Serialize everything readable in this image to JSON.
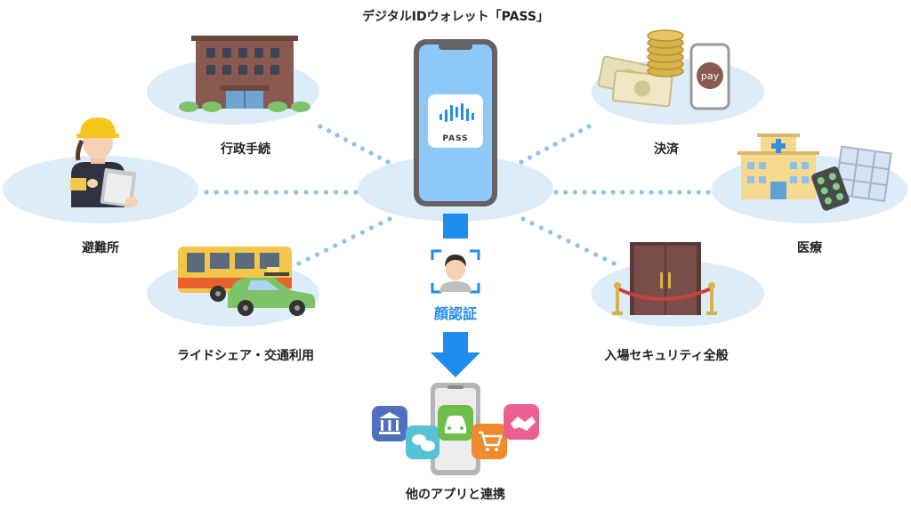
{
  "title": "デジタルIDウォレット「PASS」",
  "wallet_logo_text": "PASS",
  "nodes": {
    "government": "行政手続",
    "payment": "決済",
    "shelter": "避難所",
    "medical": "医療",
    "rideshare": "ライドシェア・交通利用",
    "security": "入場セキュリティ全般"
  },
  "face_auth": "顔認証",
  "other_apps": "他のアプリと連携",
  "pay_badge": "pay",
  "colors": {
    "ellipse": "#dcecf9",
    "dots": "#8cc4ea",
    "accent_blue": "#1f8cf0",
    "phone_screen": "#8dc8f8",
    "phone_frame": "#636363"
  }
}
